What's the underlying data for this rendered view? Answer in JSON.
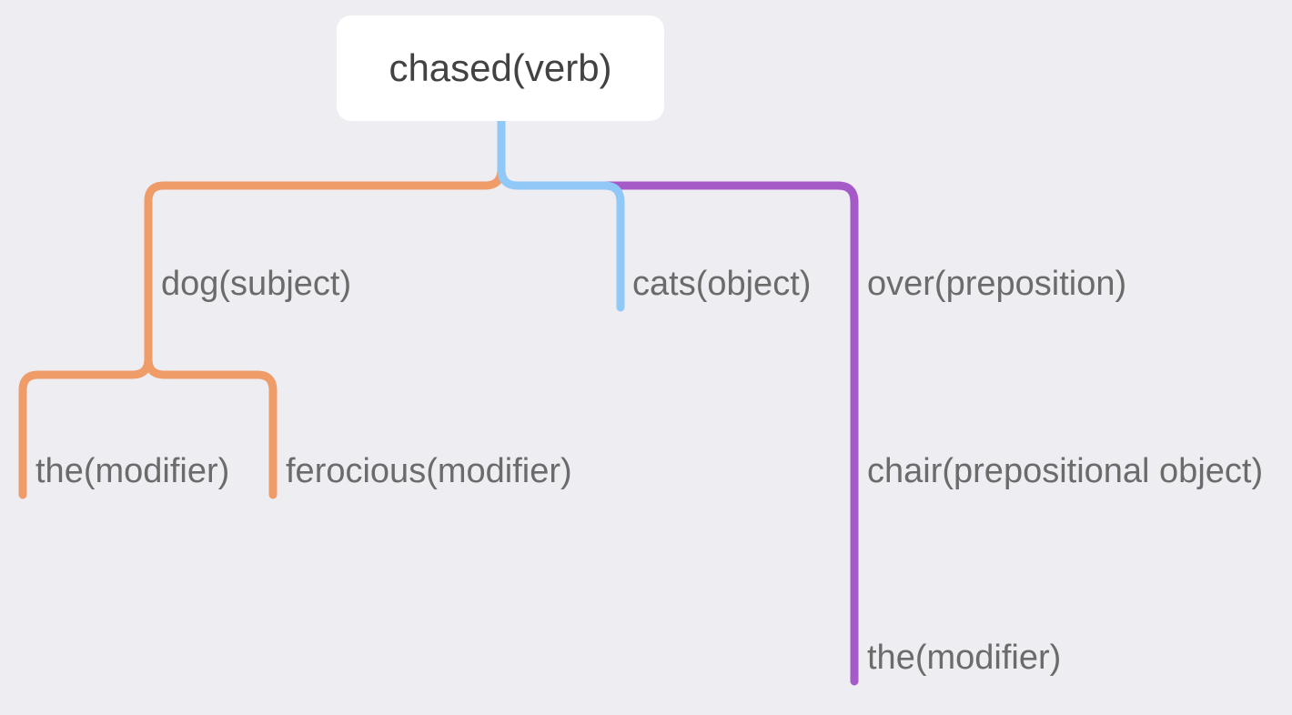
{
  "root": {
    "label": "chased(verb)"
  },
  "branches": [
    {
      "id": "subject",
      "label": "dog(subject)",
      "color": "#f09c68",
      "children": [
        {
          "id": "subject-mod-1",
          "label": "the(modifier)"
        },
        {
          "id": "subject-mod-2",
          "label": "ferocious(modifier)"
        }
      ]
    },
    {
      "id": "object",
      "label": "cats(object)",
      "color": "#90c8f8",
      "children": []
    },
    {
      "id": "preposition",
      "label": "over(preposition)",
      "color": "#a55ac8",
      "children": [
        {
          "id": "prep-object",
          "label": "chair(prepositional object)"
        },
        {
          "id": "prep-mod",
          "label": "the(modifier)"
        }
      ]
    }
  ]
}
